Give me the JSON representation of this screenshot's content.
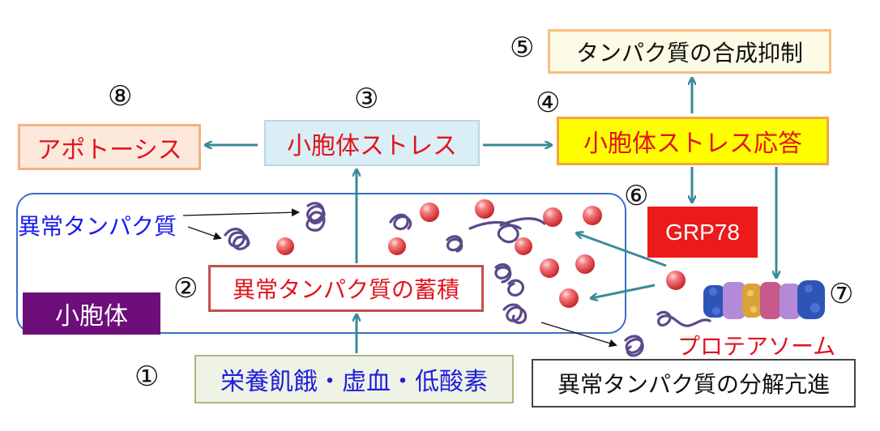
{
  "nodes": {
    "apoptosis": "アポトーシス",
    "er_stress": "小胞体ストレス",
    "er_stress_response": "小胞体ストレス応答",
    "protein_synthesis_suppression": "タンパク質の合成抑制",
    "endoplasmic_reticulum": "小胞体",
    "misfolded_accumulation": "異常タンパク質の蓄積",
    "starvation": "栄養飢餓・虚血・低酸素",
    "grp78": "GRP78",
    "degradation": "異常タンパク質の分解亢進",
    "abnormal_protein_label": "異常タンパク質",
    "proteasome_label": "プロテアソーム"
  },
  "numbers": {
    "n1": "①",
    "n2": "②",
    "n3": "③",
    "n4": "④",
    "n5": "⑤",
    "n6": "⑥",
    "n7": "⑦",
    "n8": "⑧"
  },
  "colors": {
    "arrow": "#3a8a9a",
    "accent_red": "#e0141e",
    "er_purple": "#6d0e7a",
    "chaperone_ball": "#e8474b",
    "protein_chain": "#5a4a8a"
  }
}
